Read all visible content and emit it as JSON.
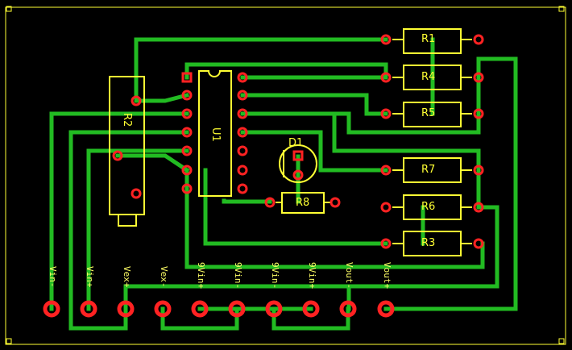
{
  "board": {
    "background": "#000000",
    "trace_color": "#22bb22",
    "pad_color": "#ff2222",
    "silk_color": "#ffff33"
  },
  "components": {
    "R1": "R1",
    "R4": "R4",
    "R5": "R5",
    "R7": "R7",
    "R6": "R6",
    "R3": "R3",
    "R8": "R8",
    "R2": "R2",
    "U1": "U1",
    "D1": "D1"
  },
  "connector_pins": [
    {
      "label": "Vin-"
    },
    {
      "label": "Vin+"
    },
    {
      "label": "Vex+"
    },
    {
      "label": "Vex-"
    },
    {
      "label": "9Vin+"
    },
    {
      "label": "9Vin-"
    },
    {
      "label": "9Vin-"
    },
    {
      "label": "9Vin+"
    },
    {
      "label": "Vout-"
    },
    {
      "label": "Vout+"
    }
  ]
}
